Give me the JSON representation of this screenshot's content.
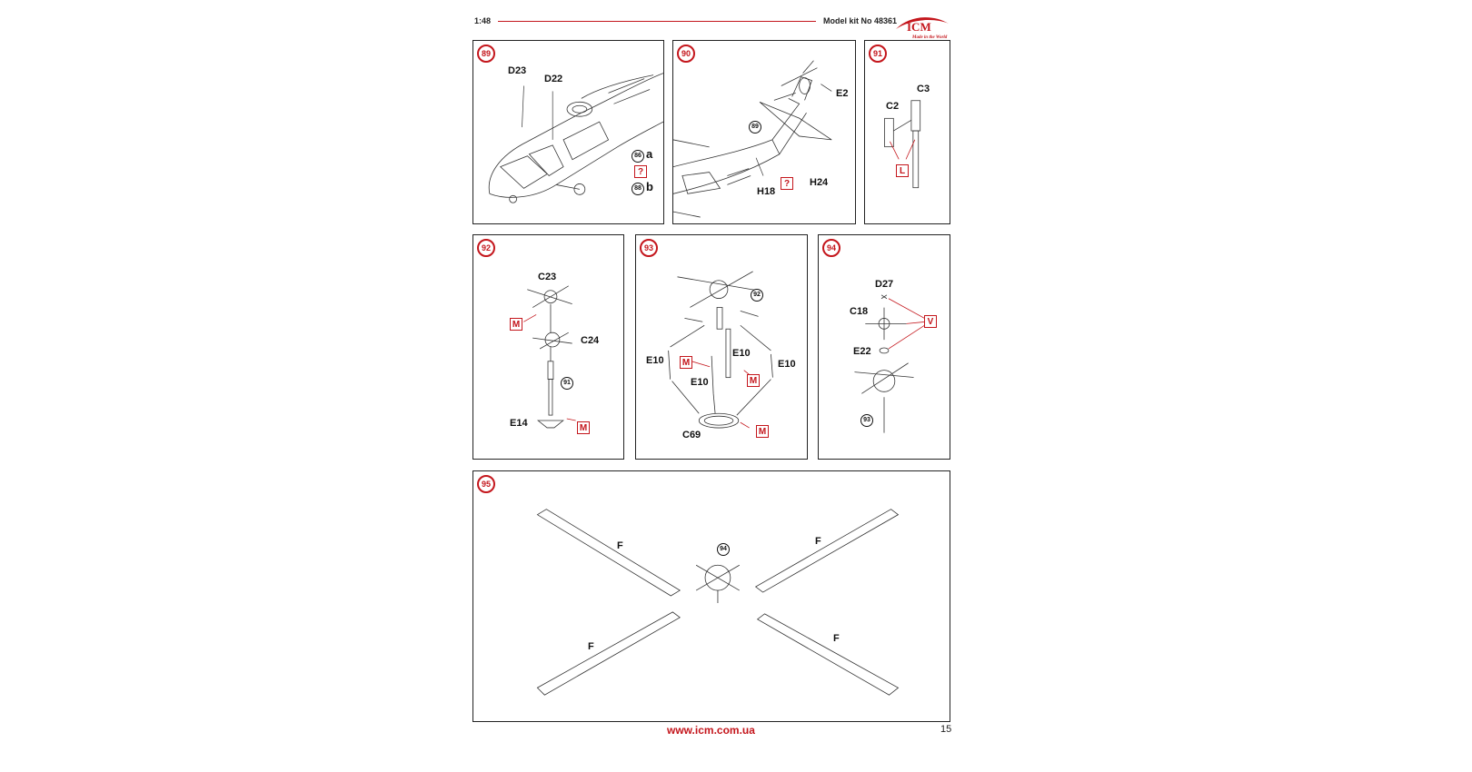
{
  "header": {
    "scale": "1:48",
    "kit": "Model kit No 48361",
    "logo": "ICM",
    "logo_tagline": "Made in the World"
  },
  "steps": {
    "s89": {
      "num": "89",
      "parts": [
        "D23",
        "D22"
      ],
      "refs": [
        "86",
        "88"
      ],
      "ref_letters": [
        "a",
        "b"
      ],
      "marker": "?"
    },
    "s90": {
      "num": "90",
      "parts": [
        "E2",
        "H18",
        "H24"
      ],
      "ref": "89",
      "marker": "?"
    },
    "s91": {
      "num": "91",
      "parts": [
        "C2",
        "C3"
      ],
      "marker": "L"
    },
    "s92": {
      "num": "92",
      "parts": [
        "C23",
        "C24",
        "E14"
      ],
      "ref": "91",
      "marker": "M"
    },
    "s93": {
      "num": "93",
      "parts": [
        "E10",
        "E10",
        "E10",
        "E10",
        "C69"
      ],
      "ref": "92",
      "marker": "M"
    },
    "s94": {
      "num": "94",
      "parts": [
        "D27",
        "C18",
        "E22"
      ],
      "ref": "93",
      "marker": "V"
    },
    "s95": {
      "num": "95",
      "parts": [
        "F",
        "F",
        "F",
        "F"
      ],
      "ref": "94"
    }
  },
  "footer": {
    "url": "www.icm.com.ua",
    "page": "15"
  },
  "colors": {
    "accent": "#c4161c",
    "ink": "#111111"
  }
}
